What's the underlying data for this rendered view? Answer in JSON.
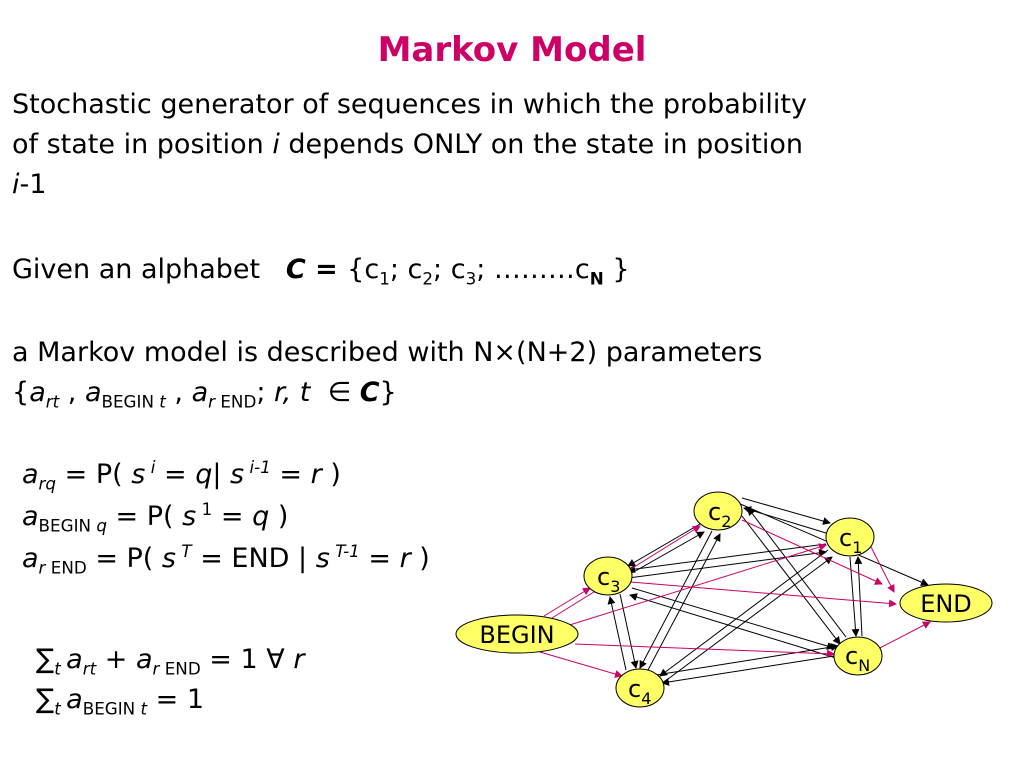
{
  "title": "Markov Model",
  "intro": {
    "line1": "Stochastic generator of sequences in which the probability",
    "line2a": "of state in position ",
    "line2i": "i",
    "line2b": " depends ONLY on the state in position",
    "line3i": "i",
    "line3b": "-1"
  },
  "alphabet": {
    "prefix": "Given an alphabet",
    "C": "C",
    "eq": " = ",
    "open": "{c",
    "s1": "1",
    "sep1": "; c",
    "s2": "2",
    "sep2": "; c",
    "s3": "3",
    "dots": "; ………c",
    "sN": "N",
    "close": " }"
  },
  "description": {
    "line1": "a Markov model is described with N×(N+2) parameters",
    "p_open": "{",
    "a1": "a",
    "a1sub": "rt",
    "comma1": " , ",
    "a2": "a",
    "a2sub": "BEGIN ",
    "a2subi": "t",
    "comma2": " , ",
    "a3": "a",
    "a3subi": "r",
    "a3sub": " END",
    "semi": "; ",
    "rt": "r, t",
    "in": "∈",
    "C": "C",
    "p_close": "}"
  },
  "eq1": {
    "a": "a",
    "sub": "rq",
    "t1": " = P( ",
    "s": "s",
    "sup": "i",
    "t2": " = ",
    "q": "q",
    "t3": "| ",
    "s2": "s",
    "sup2": "i-1",
    "t4": " = ",
    "r": "r",
    "t5": " )"
  },
  "eq2": {
    "a": "a",
    "sub": "BEGIN ",
    "subi": "q",
    "t1": " = P( ",
    "s": "s",
    "sup": "1",
    "t2": " = ",
    "q": "q",
    "t3": " )"
  },
  "eq3": {
    "a": "a",
    "subi": "r",
    "sub": " END",
    "t1": " = P( ",
    "s": "s",
    "sup": "T",
    "t2": " = END | ",
    "s2": "s",
    "sup2": "T-1",
    "t3": " = ",
    "r": "r",
    "t4": " )"
  },
  "sum1": {
    "sigma": "∑",
    "sub": "t",
    "a": "a",
    "asub": "rt",
    "plus": " + ",
    "a2": "a",
    "a2subi": "r",
    "a2sub": " END",
    "eq": " = 1  ",
    "forall": "∀",
    "r": " r"
  },
  "sum2": {
    "sigma": "∑",
    "sub": "t",
    "a": "a",
    "asub": "BEGIN ",
    "asubi": "t",
    "eq": " = 1"
  },
  "diagram": {
    "node_fill": "#ffff66",
    "arrow_black": "#000000",
    "arrow_magenta": "#cc0066",
    "nodes": {
      "c2": {
        "base": "c",
        "sub": "2"
      },
      "c1": {
        "base": "c",
        "sub": "1"
      },
      "c3": {
        "base": "c",
        "sub": "3"
      },
      "end": {
        "label": "END"
      },
      "begin": {
        "label": "BEGIN"
      },
      "cn": {
        "base": "c",
        "sub": "N"
      },
      "c4": {
        "base": "c",
        "sub": "4"
      }
    }
  }
}
